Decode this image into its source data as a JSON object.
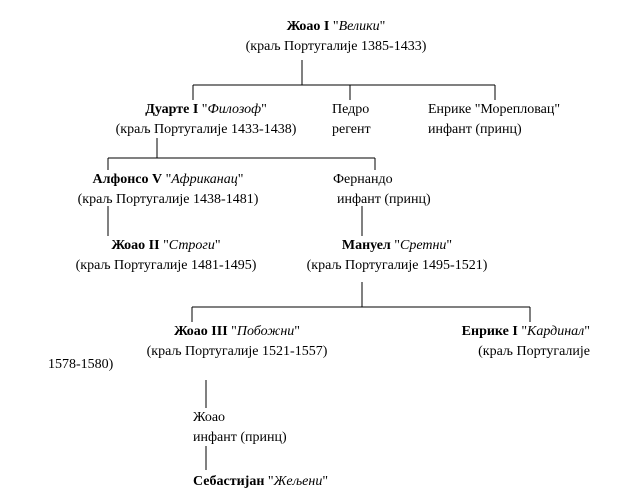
{
  "nodes": {
    "joao1": {
      "name": "Жоао I",
      "epithet": "Велики",
      "role": "(краљ Португалије 1385-1433)"
    },
    "duarte1": {
      "name": "Дуарте I",
      "epithet": "Филозоф",
      "role": "(краљ Португалије 1433-1438)"
    },
    "pedro": {
      "name": "Педро",
      "role": "регент"
    },
    "enrike_navigator": {
      "name": "Енрике",
      "epithet": "Морепловац",
      "role": "инфант (принц)"
    },
    "afonso5": {
      "name": "Алфонсо V",
      "epithet": "Африканац",
      "role": "(краљ Португалије 1438-1481)"
    },
    "fernando": {
      "name": "Фернандо",
      "role": "инфант (принц)"
    },
    "joao2": {
      "name": "Жоао II",
      "epithet": "Строги",
      "role": "(краљ Португалије 1481-1495)"
    },
    "manuel1": {
      "name": "Мануел",
      "epithet": "Сретни",
      "role": "(краљ Португалије 1495-1521)"
    },
    "joao3": {
      "name": "Жоао III",
      "epithet": "Побожни",
      "role": "(краљ Португалије 1521-1557)"
    },
    "enrike1": {
      "name": "Енрике I",
      "epithet": "Кардинал",
      "role": "(краљ Португалије",
      "role_cont": "1578-1580)"
    },
    "joao_infant": {
      "name": "Жоао",
      "role": "инфант (принц)"
    },
    "sebastian": {
      "name": "Себастијан",
      "epithet": "Жељени"
    }
  },
  "colors": {
    "text": "#000000",
    "lines": "#000000",
    "background": "#ffffff"
  }
}
